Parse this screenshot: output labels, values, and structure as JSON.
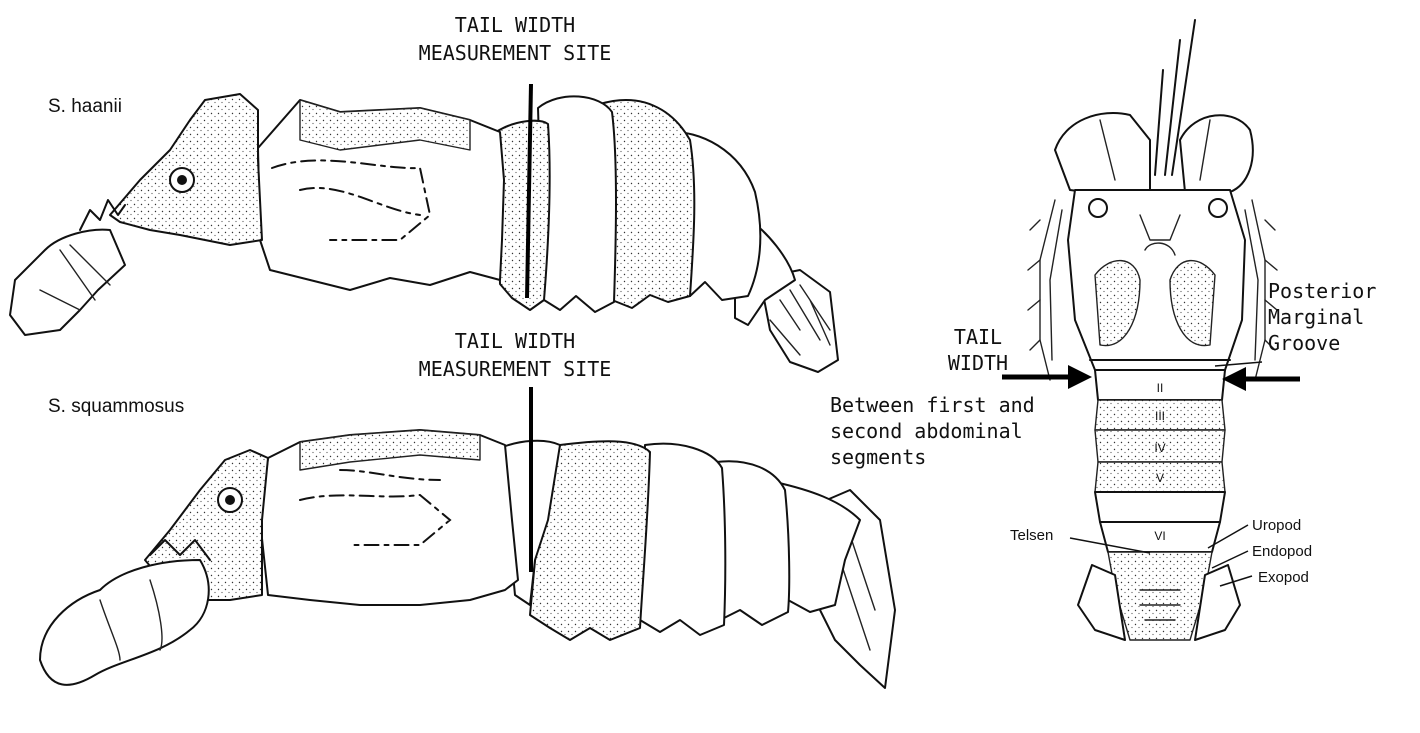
{
  "labels": {
    "top_site_line1": "TAIL WIDTH",
    "top_site_line2": "MEASUREMENT SITE",
    "bottom_site_line1": "TAIL WIDTH",
    "bottom_site_line2": "MEASUREMENT SITE",
    "species_top": "S. haanii",
    "species_bottom": "S. squammosus",
    "tail_width_line1": "TAIL",
    "tail_width_line2": "WIDTH",
    "between_line1": "Between first and",
    "between_line2": "second abdominal",
    "between_line3": "segments",
    "groove_line1": "Posterior",
    "groove_line2": "Marginal",
    "groove_line3": "Groove",
    "telsen": "Telsen",
    "uropod": "Uropod",
    "endopod": "Endopod",
    "exopod": "Exopod",
    "segment_numerals": [
      "II",
      "III",
      "IV",
      "V",
      "VI"
    ]
  }
}
